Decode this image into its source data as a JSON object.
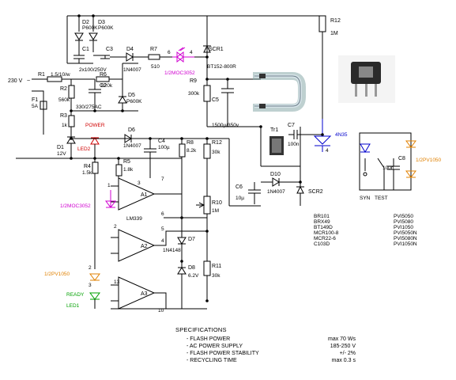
{
  "labels": {
    "mains": "230 V",
    "mains_symbol": "~",
    "r1": "R1",
    "r1_v": "1.5/10/w",
    "f1": "F1",
    "f1_v": "5A",
    "r2": "R2",
    "r2_v": "560k",
    "r3": "R3",
    "r3_v": "1k",
    "r4": "R4",
    "r4_v": "1.5k",
    "r5": "R5",
    "r5_v": "1.8k",
    "r6": "R6",
    "r6_v": "820k",
    "r7": "R7",
    "r7_v": "510",
    "r8": "R8",
    "r8_v": "8.2k",
    "r9": "R9",
    "r9_v": "300k",
    "r10": "R10",
    "r10_v": "1M",
    "r11": "R11",
    "r11_v": "30k",
    "r12a": "R12",
    "r12a_v": "30k",
    "r12b": "R12",
    "r12b_v": "1M",
    "c1": "C1",
    "c1_v": "2x100/250V",
    "c2": "C2",
    "c2_v": "330/275AC",
    "c3": "C3",
    "c4": "C4",
    "c4_v": "100µ",
    "c5": "C5",
    "c5_v": "1500µ/350v",
    "c6": "C6",
    "c6_v": "10µ",
    "c7": "C7",
    "c7_v": "100n",
    "c8": "C8",
    "c8_v": "100n",
    "d1": "D1",
    "d1_v": "12V",
    "d2": "D2",
    "d2_v": "P600K",
    "d3": "D3",
    "d3_v": "P600K",
    "d4": "D4",
    "d4_v": "1N4007",
    "d5": "D5",
    "d5_v": "P600K",
    "d6": "D6",
    "d6_v": "1N4007",
    "d7": "D7",
    "d7_v": "1N4148",
    "d8": "D8",
    "d8_v": "6.2V",
    "d10": "D10",
    "d10_v": "1N4007",
    "led2": "LED2",
    "power": "POWER",
    "led1": "LED1",
    "ready": "READY",
    "scr1": "SCR1",
    "scr1_v": "BT152-800R",
    "scr2": "SCR2",
    "tr1": "Tr1",
    "moc_top": "1/2MOC3052",
    "moc_left": "1/2MOC3052",
    "pv_left": "1/2PV1050",
    "pv_right": "1/2PV1050",
    "opto": "4N35",
    "a1": "A1",
    "a2": "A2",
    "a3": "A3",
    "lm": "LM339",
    "syn": "SYN",
    "test": "TEST",
    "pins": [
      "1",
      "2",
      "3",
      "4",
      "5",
      "6",
      "7",
      "10",
      "13",
      "6",
      "4"
    ],
    "scr_types": [
      "BR101",
      "BRX49",
      "BT149D",
      "MCR100-8",
      "MCR22-6",
      "C103D"
    ],
    "pv_types": [
      "PVI5050",
      "PVI5080",
      "PVI1050",
      "PVI5050N",
      "PVI5080N",
      "PVI1050N"
    ]
  },
  "specs": {
    "title": "SPECIFICATIONS",
    "rows": [
      {
        "name": "- FLASH POWER",
        "value": "max 70 Ws"
      },
      {
        "name": "- AC POWER SUPPLY",
        "value": "185-250 V"
      },
      {
        "name": "- FLASH POWER STABILITY",
        "value": "+/- 2%"
      },
      {
        "name": "- RECYCLING TIME",
        "value": "max 0.3 s"
      }
    ]
  },
  "colors": {
    "wire": "#000000",
    "magenta": "#d000d0",
    "blue": "#0000cc",
    "orange": "#e08000",
    "green": "#00a000",
    "red": "#d00000"
  }
}
